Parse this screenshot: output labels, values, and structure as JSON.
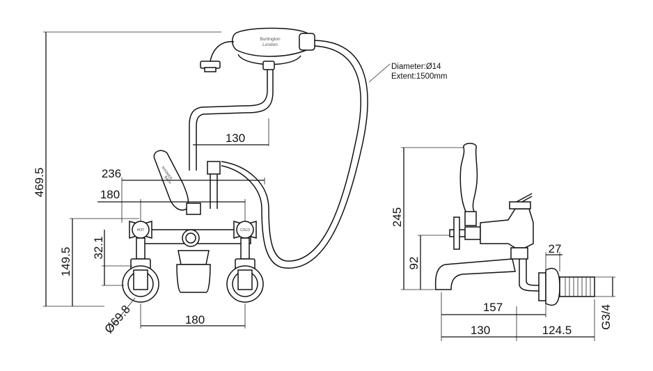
{
  "dimensions": {
    "overall_height": "469.5",
    "hose_offset": "130",
    "width_236": "236",
    "width_180_top": "180",
    "height_149_5": "149.5",
    "height_32_1": "32.1",
    "plate_diameter": "Ø69.8",
    "centres_180": "180",
    "side_height_245": "245",
    "side_height_92": "92",
    "side_27": "27",
    "side_157": "157",
    "side_130": "130",
    "side_124_5": "124.5",
    "thread": "G3/4"
  },
  "hose_note": {
    "diameter": "Diameter:Ø14",
    "extent": "Extent:1500mm"
  },
  "handset_brand": {
    "name": "Burlington",
    "city": "London"
  },
  "lever_labels": {
    "shower": "SHOWER",
    "bath": "BATH"
  },
  "tap_labels": {
    "hot": "HOT",
    "cold": "COLD"
  }
}
